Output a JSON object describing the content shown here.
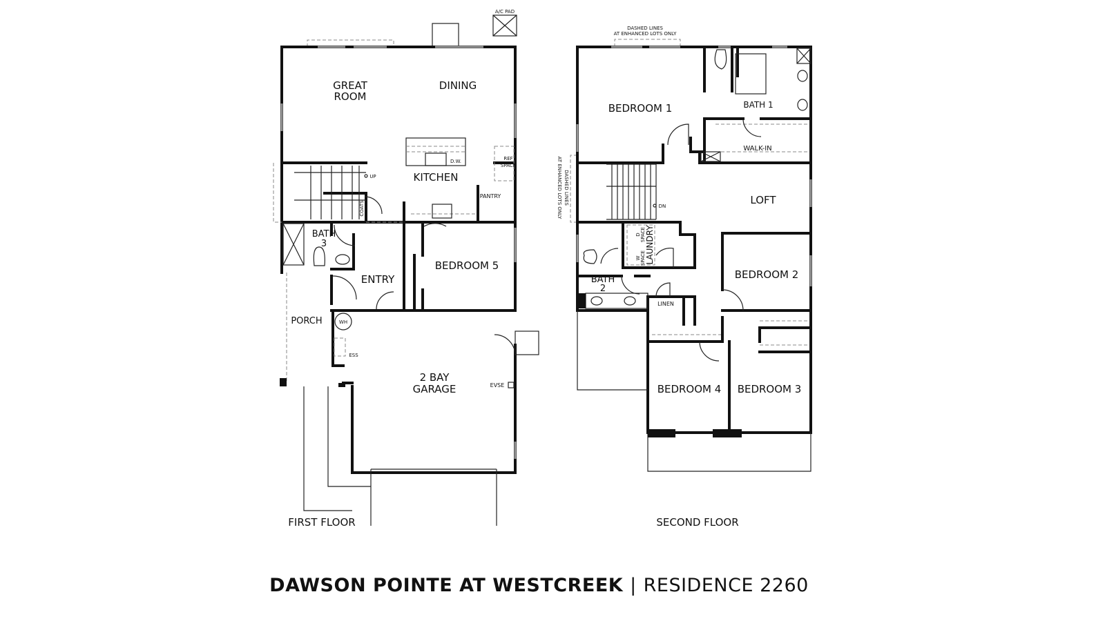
{
  "title": {
    "project": "DAWSON POINTE AT WESTCREEK",
    "separator": "|",
    "residence": "RESIDENCE 2260"
  },
  "first_floor": {
    "caption": "FIRST FLOOR",
    "rooms": {
      "great_room_1": "GREAT",
      "great_room_2": "ROOM",
      "dining": "DINING",
      "kitchen": "KITCHEN",
      "pantry": "PANTRY",
      "dw": "D.W.",
      "ref_space_1": "REF",
      "ref_space_2": "SPACE",
      "up": "UP",
      "coats": "COATS",
      "bath_1": "BATH",
      "bath_2": "3",
      "entry": "ENTRY",
      "bedroom5": "BEDROOM 5",
      "porch": "PORCH",
      "wh": "WH",
      "ess": "ESS",
      "garage_1": "2 BAY",
      "garage_2": "GARAGE",
      "evse": "EVSE",
      "ac_pad": "A/C PAD"
    }
  },
  "second_floor": {
    "caption": "SECOND FLOOR",
    "note_top_1": "DASHED LINES",
    "note_top_2": "AT ENHANCED LOTS ONLY",
    "note_side_1": "DASHED LINES",
    "note_side_2": "AT ENHANCED LOTS ONLY",
    "rooms": {
      "bedroom1": "BEDROOM 1",
      "bath1": "BATH 1",
      "walkin": "WALK-IN",
      "loft": "LOFT",
      "dn": "DN",
      "laundry": "LAUNDRY",
      "w_space_1": "W",
      "w_space_2": "SPACE",
      "d_space_1": "D",
      "d_space_2": "SPACE",
      "bath2_1": "BATH",
      "bath2_2": "2",
      "linen": "LINEN",
      "bedroom2": "BEDROOM 2",
      "bedroom3": "BEDROOM 3",
      "bedroom4": "BEDROOM 4"
    }
  }
}
